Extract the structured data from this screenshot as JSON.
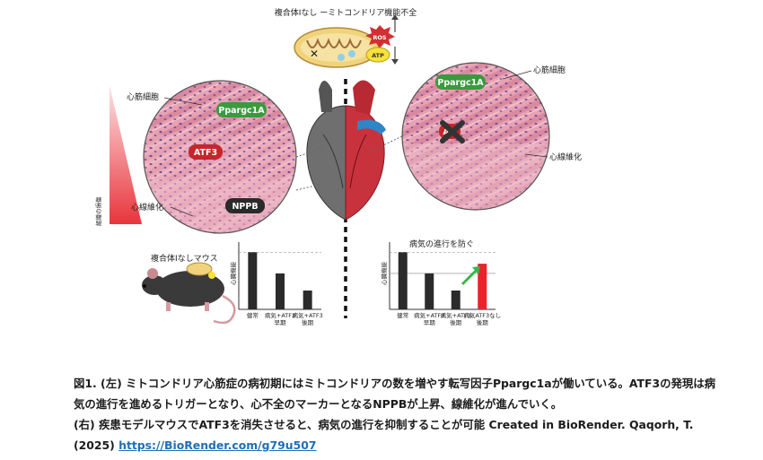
{
  "figure": {
    "top_label": "複合体Ⅰなし ーミトコンドリア機能不全",
    "mito_badges": {
      "ros": "ROS",
      "atp": "ATP"
    },
    "left_circle": {
      "label_cardiomyocyte": "心筋細胞",
      "label_fibrosis": "心線維化",
      "badges": [
        "Ppargc1A",
        "ATF3",
        "NPPB"
      ]
    },
    "right_circle": {
      "label_cardiomyocyte": "心筋細胞",
      "label_fibrosis": "心線維化",
      "badges": [
        "Ppargc1A",
        "A"
      ]
    },
    "gradient_label": "組織の損傷",
    "mouse_label": "複合体Ⅰなしマウス",
    "left_chart": {
      "ylabel": "心臓機能",
      "categories": [
        "健常",
        "病気+ATF3\n早期",
        "病気+ATF3\n後期"
      ]
    },
    "right_chart": {
      "title": "病気の進行を防ぐ",
      "ylabel": "心臓機能",
      "categories": [
        "健常",
        "病気+ATF3\n早期",
        "病気+ATF3\n後期",
        "病気ATF3なし\n後期"
      ]
    },
    "colors": {
      "bar": "#2b2b2b",
      "highlight_bar": "#e8232a",
      "arrow": "#3cb54a",
      "badge_green": "#3a9a3e",
      "badge_red": "#c3272c",
      "badge_dark": "#2a2a2a",
      "tissue": "#e59aad"
    }
  },
  "chart_data": [
    {
      "type": "bar",
      "categories": [
        "健常",
        "病気+ATF3 早期",
        "病気+ATF3 後期"
      ],
      "values": [
        1.0,
        0.63,
        0.33
      ],
      "ylabel": "心臓機能",
      "ylim": [
        0,
        1.1
      ],
      "grid": "dashed reference line at healthy level"
    },
    {
      "type": "bar",
      "title": "病気の進行を防ぐ",
      "categories": [
        "健常",
        "病気+ATF3 早期",
        "病気+ATF3 後期",
        "病気ATF3なし 後期"
      ],
      "values": [
        1.0,
        0.63,
        0.33,
        0.8
      ],
      "ylabel": "心臓機能",
      "ylim": [
        0,
        1.1
      ],
      "grid": "dashed reference lines"
    }
  ],
  "caption": {
    "line1": "図1. (左) ミトコンドリア心筋症の病初期にはミトコンドリアの数を増やす転写因子Ppargc1aが働いている。ATF3の発現は病気の進行を進めるトリガーとなり、心不全のマーカーとなるNPPBが上昇、線維化が進んでいく。",
    "line2": "(右) 疾患モデルマウスでATF3を消失させると、病気の進行を抑制することが可能 Created in BioRender. Qaqorh, T. (2025) ",
    "link": "https://BioRender.com/g79u507"
  }
}
